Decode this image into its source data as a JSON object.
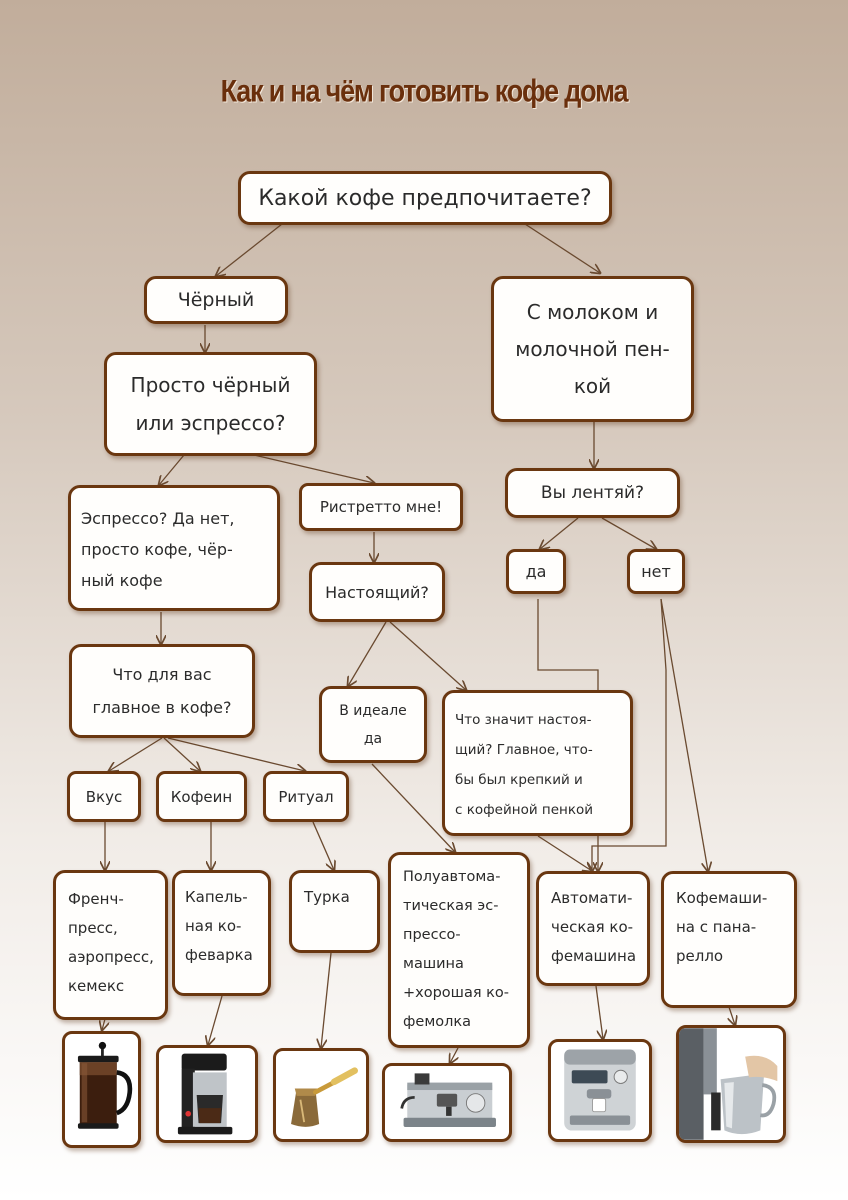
{
  "title": "Как и на чём  готовить кофе дома",
  "nodes": {
    "q_prefer": "Какой кофе предпочитаете?",
    "black": "Чёрный",
    "milk": "С молоком и\nмолочной пен-\nкой",
    "black_or_espresso": "Просто чёрный\nили эспрессо?",
    "lazy": "Вы лентяй?",
    "yes": "да",
    "no": "нет",
    "espresso_no": "Эспрессо? Да нет,\nпросто кофе, чёр-\nный кофе",
    "ristretto": "Ристретто мне!",
    "real": "Настоящий?",
    "main_in_coffee": "Что для вас\nглавное в кофе?",
    "ideal_yes": "В идеале\nда",
    "what_real": "Что значит настоя-\nщий? Главное, что-\nбы был крепкий и\nс кофейной пенкой",
    "taste": "Вкус",
    "caffeine": "Кофеин",
    "ritual": "Ритуал",
    "french_press": "Френч-\nпресс,\nаэропресс,\nкемекс",
    "drip": "Капель-\nная ко-\nфеварка",
    "turka": "Турка",
    "semi_auto": "Полуавтома-\nтическая эс-\nпрессо-\nмашина\n+хорошая ко-\nфемолка",
    "auto": "Автомати-\nческая ко-\nфемашина",
    "panarello": "Кофемаши-\nна с пана-\nрелло"
  },
  "images": [
    {
      "name": "french-press-image",
      "icon": "french-press-icon"
    },
    {
      "name": "drip-coffee-maker-image",
      "icon": "drip-coffee-maker-icon"
    },
    {
      "name": "turka-image",
      "icon": "turka-icon"
    },
    {
      "name": "espresso-machine-image",
      "icon": "espresso-machine-icon"
    },
    {
      "name": "automatic-coffee-machine-image",
      "icon": "automatic-coffee-machine-icon"
    },
    {
      "name": "milk-pitcher-image",
      "icon": "milk-pitcher-icon"
    }
  ],
  "colors": {
    "title": "#6a2f0c",
    "border": "#6a3710",
    "arrow": "#6a4a30"
  }
}
